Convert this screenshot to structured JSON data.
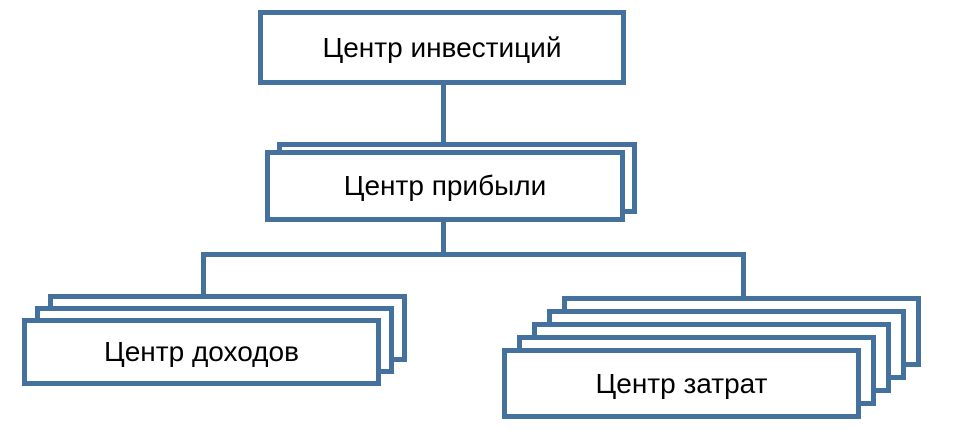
{
  "diagram": {
    "background": "#ffffff",
    "line_color": "#44719D",
    "box_fill": "#ffffff",
    "text_color": "#000000",
    "nodes": {
      "investment": {
        "label": "Центр инвестиций",
        "layers": 1
      },
      "profit": {
        "label": "Центр прибыли",
        "layers": 2
      },
      "revenue": {
        "label": "Центр доходов",
        "layers": 3
      },
      "cost": {
        "label": "Центр затрат",
        "layers": 5
      }
    },
    "edges": [
      {
        "from": "investment",
        "to": "profit"
      },
      {
        "from": "profit",
        "to": "revenue"
      },
      {
        "from": "profit",
        "to": "cost"
      }
    ]
  }
}
